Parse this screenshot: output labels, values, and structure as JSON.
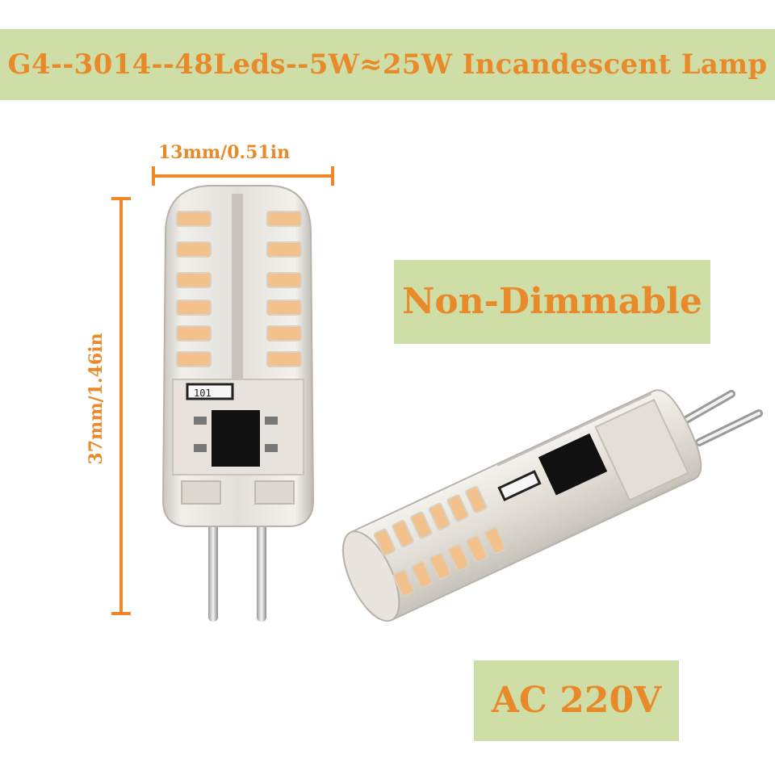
{
  "title": "G4--3014--48Leds--5W≈25W Incandescent Lamp",
  "badges": {
    "dimming": "Non-Dimmable",
    "voltage": "AC 220V"
  },
  "dimensions": {
    "width": "13mm/0.51in",
    "height": "37mm/1.46in"
  },
  "resistor_marking": "101",
  "colors": {
    "banner_bg": "#cfdea6",
    "accent_text": "#e8892a",
    "dimension_line": "#f0882a",
    "led_chip": "#f3c28c"
  }
}
